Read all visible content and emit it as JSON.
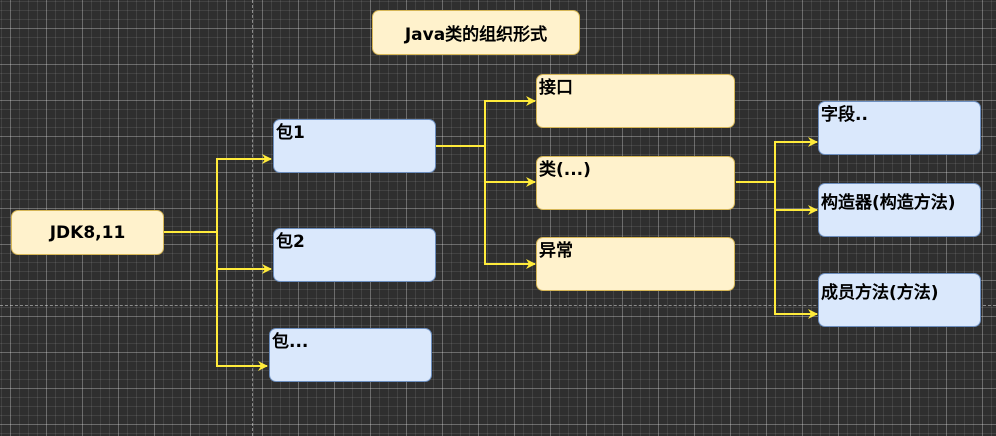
{
  "diagram": {
    "title": "Java类的组织形式",
    "root": "JDK8,11",
    "packages": [
      "包1",
      "包2",
      "包..."
    ],
    "package_members": [
      "接口",
      "类(...)",
      "异常"
    ],
    "class_members": [
      "字段..",
      "构造器(构造方法)",
      "成员方法(方法)"
    ],
    "colors": {
      "background": "#2f2f2f",
      "yellow_fill": "#fff2cc",
      "yellow_stroke": "#d6b656",
      "blue_fill": "#dae8fc",
      "blue_stroke": "#6c8ebf",
      "connector": "#ffeb3b"
    }
  }
}
